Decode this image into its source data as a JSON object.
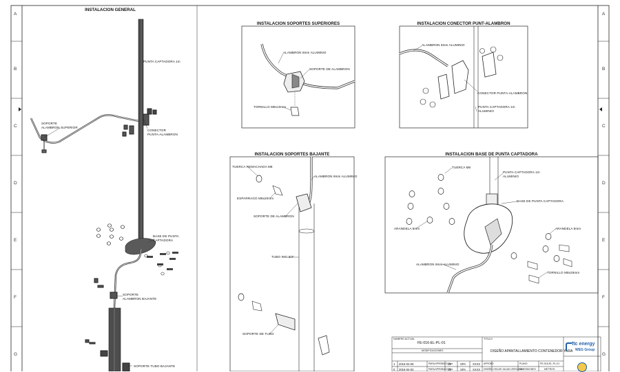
{
  "zones": {
    "left": [
      "A",
      "B",
      "C",
      "D",
      "E",
      "F",
      "G"
    ],
    "right": [
      "A",
      "B",
      "C",
      "D",
      "E",
      "F",
      "G"
    ]
  },
  "panels": {
    "general": {
      "title": "INSTALACION GENERAL",
      "labels": {
        "punta": "PUNTA CAPTADORA 1m",
        "soporte_sup_1": "SOPORTE",
        "soporte_sup_2": "ALAMBRON SUPERIOR",
        "conector_1": "CONECTOR",
        "conector_2": "PUNTA-ALAMBRON",
        "base_1": "BASE DE PUNTA",
        "base_2": "CAPTADORA",
        "soporte_baj_1": "SOPORTE",
        "soporte_baj_2": "ALAMBRON BAJANTE",
        "soporte_tubo": "SOPORTE TUBO BAJANTE"
      }
    },
    "superiores": {
      "title": "INSTALACION SOPORTES SUPERIORES",
      "labels": {
        "alambron": "ALAMBRON 8mm ALUMINIO",
        "soporte": "SOPORTE DE ALAMBRON",
        "tornillo": "TORNILLO M8x10mm"
      }
    },
    "conector": {
      "title": "INSTALACION CONECTOR PUNT-ALAMBRON",
      "labels": {
        "alambron": "ALAMBRON 8mm ALUMINIO",
        "conector": "CONECTOR PUNTA-ALAMBRON",
        "punta_1": "PUNTA CAPTADORA 1m",
        "punta_2": "ALUMINIO"
      }
    },
    "bajante": {
      "title": "INSTALACION SOPORTES BAJANTE",
      "labels": {
        "tuerca": "TUERCA REMACHADA M8",
        "alambron": "ALAMBRON 8mm ALUMINIO",
        "esparrago": "ESPARRAGO M8x20mm",
        "soporte": "SOPORTE DE ALAMBRON",
        "tubo": "TUBO IMC 3/4\"",
        "soporte_tubo": "SOPORTE DE TUBO"
      }
    },
    "base": {
      "title": "INSTALACION BASE DE PUNTA CAPTADORA",
      "labels": {
        "tuerca": "TUERCA M8",
        "punta_1": "PUNTA CAPTADORA 1m",
        "punta_2": "ALUMINIO",
        "base": "BASE DE PUNTA CAPTADORA",
        "arandela_l": "ARANDELA 8mm",
        "arandela_r": "ARANDELA 8mm",
        "alambron": "ALAMBRON 8mm ALUMINIO",
        "tornillo": "TORNILLO M8x25mm"
      }
    }
  },
  "titleblock": {
    "numero_actual_label": "NUMERO ACTUAL",
    "numero_actual": "FE-016-EL-PL-01",
    "modificaciones": "MODIFICACIONES",
    "titulo_label": "TITULO",
    "titulo": "DISEÑO APANTALLAMIENTO CONTENEDOR YARA",
    "rows": [
      {
        "n": "1",
        "fecha": "2016-04-06",
        "desc": "PARA APROBACION",
        "a": "JJP",
        "b": "SPA",
        "c": "XXXX"
      },
      {
        "n": "0",
        "fecha": "2016-04-02",
        "desc": "PARA APROBACION",
        "a": "JJP",
        "b": "SPA",
        "c": "XXXX"
      }
    ],
    "aprobo": "APROBO",
    "diseno": "DISEÑO",
    "disenador": "OSCAR JULIAN VERGARA",
    "plano": "PLANO",
    "plano_num": "FE-016-EL-PL-01",
    "dimensiones": "DIMENSIONES",
    "unidad": "METROS",
    "logo_text": "ftc energy",
    "logo_sub": "WEG Group"
  },
  "colors": {
    "line": "#222222",
    "part": "#444444",
    "accent": "#1f5fa8"
  }
}
